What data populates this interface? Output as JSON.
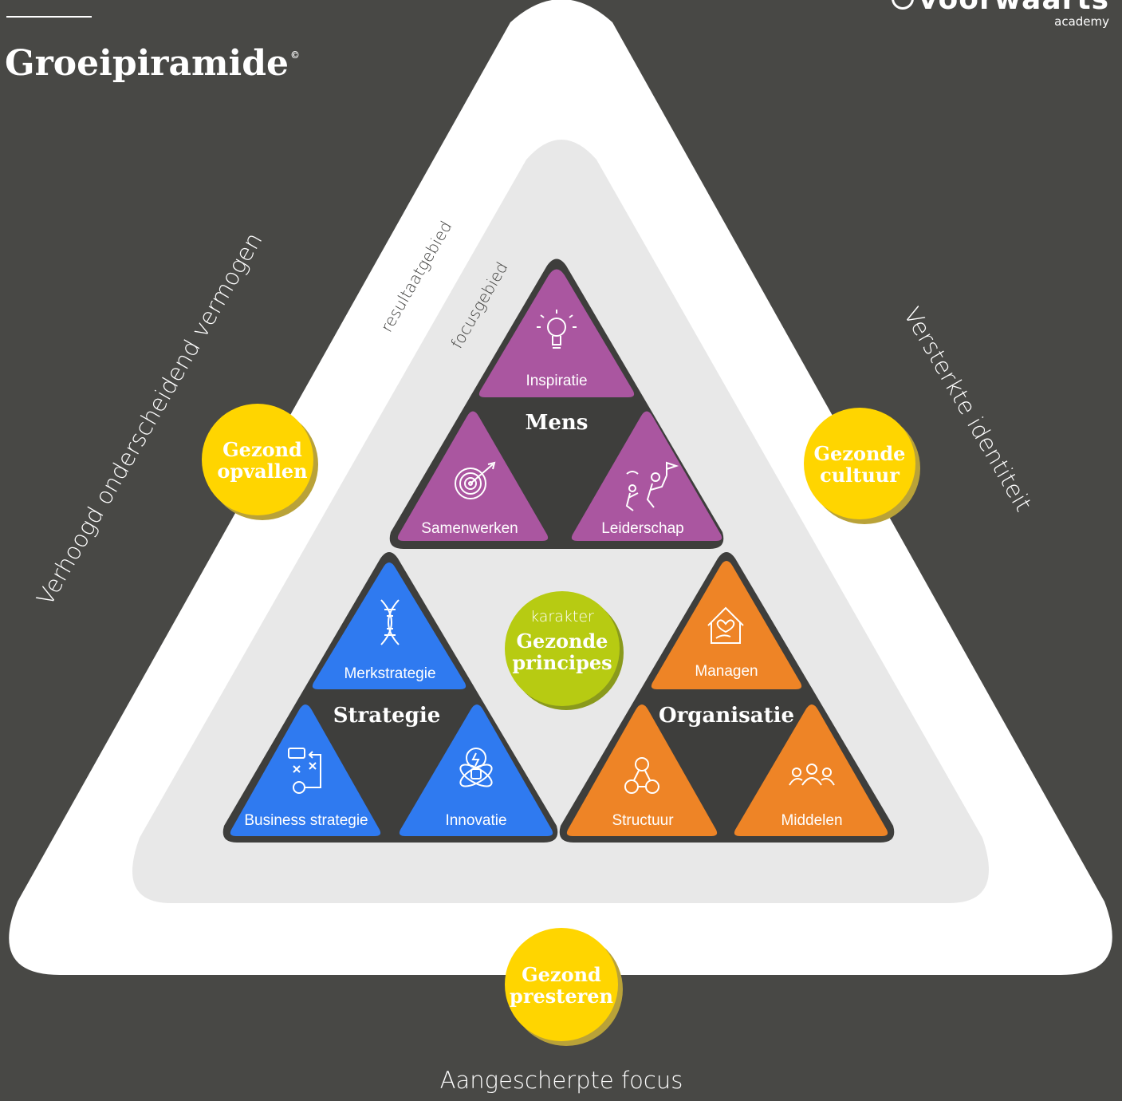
{
  "header": {
    "title": "Groeipiramide",
    "title_mark": "©",
    "brand_name": "voorwaarts",
    "brand_sub": "academy"
  },
  "outer_labels": {
    "left": "Verhoogd onderscheidend vermogen",
    "right": "Versterkte identiteit",
    "bottom": "Aangescherpte focus"
  },
  "zone_labels": {
    "result": "resultaatgebied",
    "focus": "focusgebied"
  },
  "badges": {
    "left": {
      "line1": "Gezond",
      "line2": "opvallen"
    },
    "right": {
      "line1": "Gezonde",
      "line2": "cultuur"
    },
    "bottom": {
      "line1": "Gezond",
      "line2": "presteren"
    },
    "center": {
      "small": "karakter",
      "line1": "Gezonde",
      "line2": "principes"
    }
  },
  "groups": {
    "mens": {
      "title": "Mens",
      "color": "#AA56A0",
      "items": [
        "Inspiratie",
        "Samenwerken",
        "Leiderschap"
      ],
      "icons": [
        "lightbulb-icon",
        "target-icon",
        "climbing-icon"
      ]
    },
    "strategie": {
      "title": "Strategie",
      "color": "#2F7AF0",
      "items": [
        "Merkstrategie",
        "Business strategie",
        "Innovatie"
      ],
      "icons": [
        "dna-icon",
        "strategy-board-icon",
        "idea-atom-icon"
      ]
    },
    "organisatie": {
      "title": "Organisatie",
      "color": "#EE8426",
      "items": [
        "Managen",
        "Structuur",
        "Middelen"
      ],
      "icons": [
        "house-heart-icon",
        "network-icon",
        "people-icon"
      ]
    }
  },
  "colors": {
    "background": "#484845",
    "outer_triangle": "#FFFFFF",
    "inner_triangle": "#E8E8E8",
    "badge_yellow": "#FFD500",
    "badge_green": "#B7CB12",
    "frame_dark": "#3E3E3C"
  }
}
